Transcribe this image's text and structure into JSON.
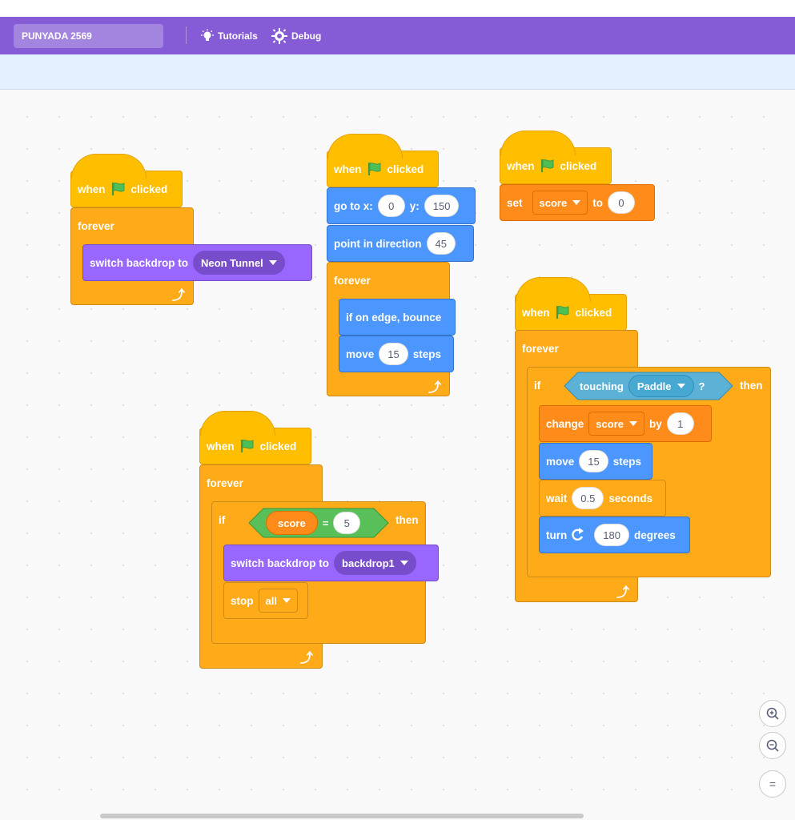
{
  "menubar": {
    "project_title": "PUNYADA 2569",
    "tutorials_label": "Tutorials",
    "debug_label": "Debug"
  },
  "icons": [
    "tutorials-bulb-icon",
    "debug-icon",
    "green-flag-icon",
    "loop-arrow-icon",
    "dropdown-caret-icon",
    "turn-clockwise-icon",
    "zoom-in-icon",
    "zoom-out-icon",
    "zoom-reset-icon"
  ],
  "colors": {
    "menubar": "#855cd6",
    "events": "#ffbf00",
    "control": "#ffab19",
    "looks": "#9966ff",
    "motion": "#4c97ff",
    "variables": "#ff8c1a",
    "operators": "#59c059",
    "sensing": "#5cb1d6"
  },
  "text": {
    "when": "when",
    "clicked": "clicked",
    "forever": "forever",
    "if": "if",
    "then": "then"
  },
  "script1": {
    "switch_backdrop": "switch backdrop to",
    "backdrop": "Neon Tunnel"
  },
  "script2": {
    "go_to_x": "go to x:",
    "x_value": "0",
    "y_label": "y:",
    "y_value": "150",
    "point_dir": "point in direction",
    "dir_value": "45",
    "bounce": "if on edge, bounce",
    "move": "move",
    "move_value": "15",
    "steps": "steps"
  },
  "script3": {
    "set": "set",
    "variable": "score",
    "to": "to",
    "value": "0"
  },
  "script4": {
    "touching": "touching",
    "touching_target": "Paddle",
    "question": "?",
    "change": "change",
    "variable": "score",
    "by": "by",
    "by_value": "1",
    "move": "move",
    "move_value": "15",
    "steps": "steps",
    "wait": "wait",
    "wait_value": "0.5",
    "seconds": "seconds",
    "turn": "turn",
    "turn_value": "180",
    "degrees": "degrees"
  },
  "script5": {
    "reporter": "score",
    "equals": "=",
    "equals_value": "5",
    "switch_backdrop": "switch backdrop to",
    "backdrop": "backdrop1",
    "stop": "stop",
    "stop_option": "all"
  },
  "zoom": {
    "in": "+",
    "out": "−",
    "reset": "="
  }
}
